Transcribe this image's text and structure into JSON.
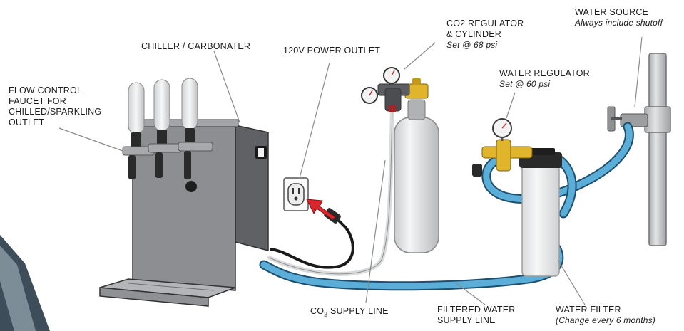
{
  "labels": {
    "faucet": {
      "lines": [
        "FLOW CONTROL",
        "FAUCET FOR",
        "CHILLED/SPARKLING",
        "OUTLET"
      ]
    },
    "chiller": {
      "title": "CHILLER / CARBONATER"
    },
    "power": {
      "title": "120V POWER OUTLET"
    },
    "co2_regulator": {
      "lines": [
        "CO2 REGULATOR",
        "& CYLINDER"
      ],
      "note": "Set @ 68 psi"
    },
    "water_regulator": {
      "title": "WATER REGULATOR",
      "note": "Set @ 60 psi"
    },
    "water_source": {
      "title": "WATER SOURCE",
      "note": "Always include shutoff"
    },
    "co2_line": {
      "prefix": "CO",
      "sub": "2",
      "suffix": " SUPPLY LINE"
    },
    "filtered_line": {
      "lines": [
        "FILTERED WATER",
        "SUPPLY LINE"
      ]
    },
    "water_filter": {
      "title": "WATER FILTER",
      "note": "(Change every 6 months)"
    }
  },
  "colors": {
    "hose_blue": "#5aaed8",
    "hose_outline": "#1d4e6e",
    "cabinet": "#8c8e91",
    "cabinet_dark": "#5f6164",
    "tray": "#b3b5b8",
    "brass": "#e0b52c",
    "cylinder": "#e7e9ea",
    "pipe": "#c9cbcd",
    "arrow_red": "#d8262c"
  }
}
